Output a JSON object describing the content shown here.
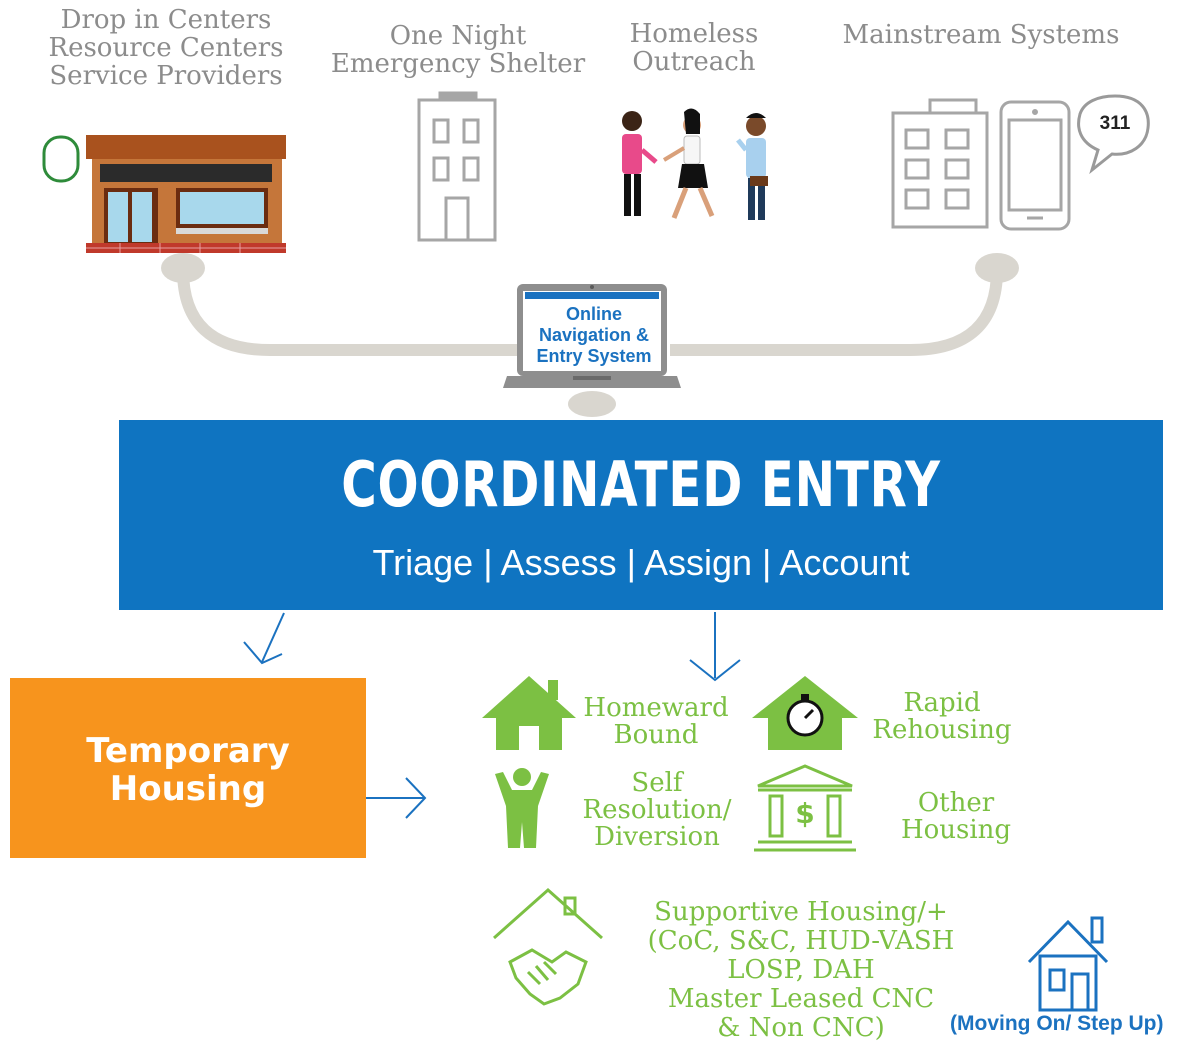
{
  "entry_points": {
    "drop_in": {
      "lines": [
        "Drop in Centers",
        "Resource Centers",
        "Service Providers"
      ]
    },
    "shelter": {
      "lines": [
        "One Night",
        "Emergency Shelter"
      ]
    },
    "outreach": {
      "lines": [
        "Homeless",
        "Outreach"
      ]
    },
    "mainstream": {
      "lines": [
        "Mainstream Systems"
      ]
    }
  },
  "phone_bubble": "311",
  "online_system": {
    "lines": [
      "Online",
      "Navigation &",
      "Entry System"
    ]
  },
  "coordinated_entry": {
    "title": "COORDINATED ENTRY",
    "subtitle": "Triage | Assess | Assign | Account"
  },
  "temporary_housing": {
    "lines": [
      "Temporary",
      "Housing"
    ]
  },
  "housing_options": {
    "homeward_bound": {
      "lines": [
        "Homeward",
        "Bound"
      ]
    },
    "rapid_rehousing": {
      "lines": [
        "Rapid",
        "Rehousing"
      ]
    },
    "self_resolution": {
      "lines": [
        "Self",
        "Resolution/",
        "Diversion"
      ]
    },
    "other_housing": {
      "lines": [
        "Other",
        "Housing"
      ]
    },
    "supportive_housing": {
      "lines": [
        "Supportive Housing/+",
        "(CoC, S&C, HUD-VASH",
        "LOSP, DAH",
        "Master Leased CNC",
        "& Non CNC)"
      ]
    }
  },
  "moving_on": "(Moving On/ Step Up)",
  "colors": {
    "ce_blue": "#0f74c1",
    "temp_orange": "#f7941d",
    "housing_green": "#7cc043",
    "label_gray": "#8c8c8c",
    "link_blue": "#1b72c0"
  }
}
